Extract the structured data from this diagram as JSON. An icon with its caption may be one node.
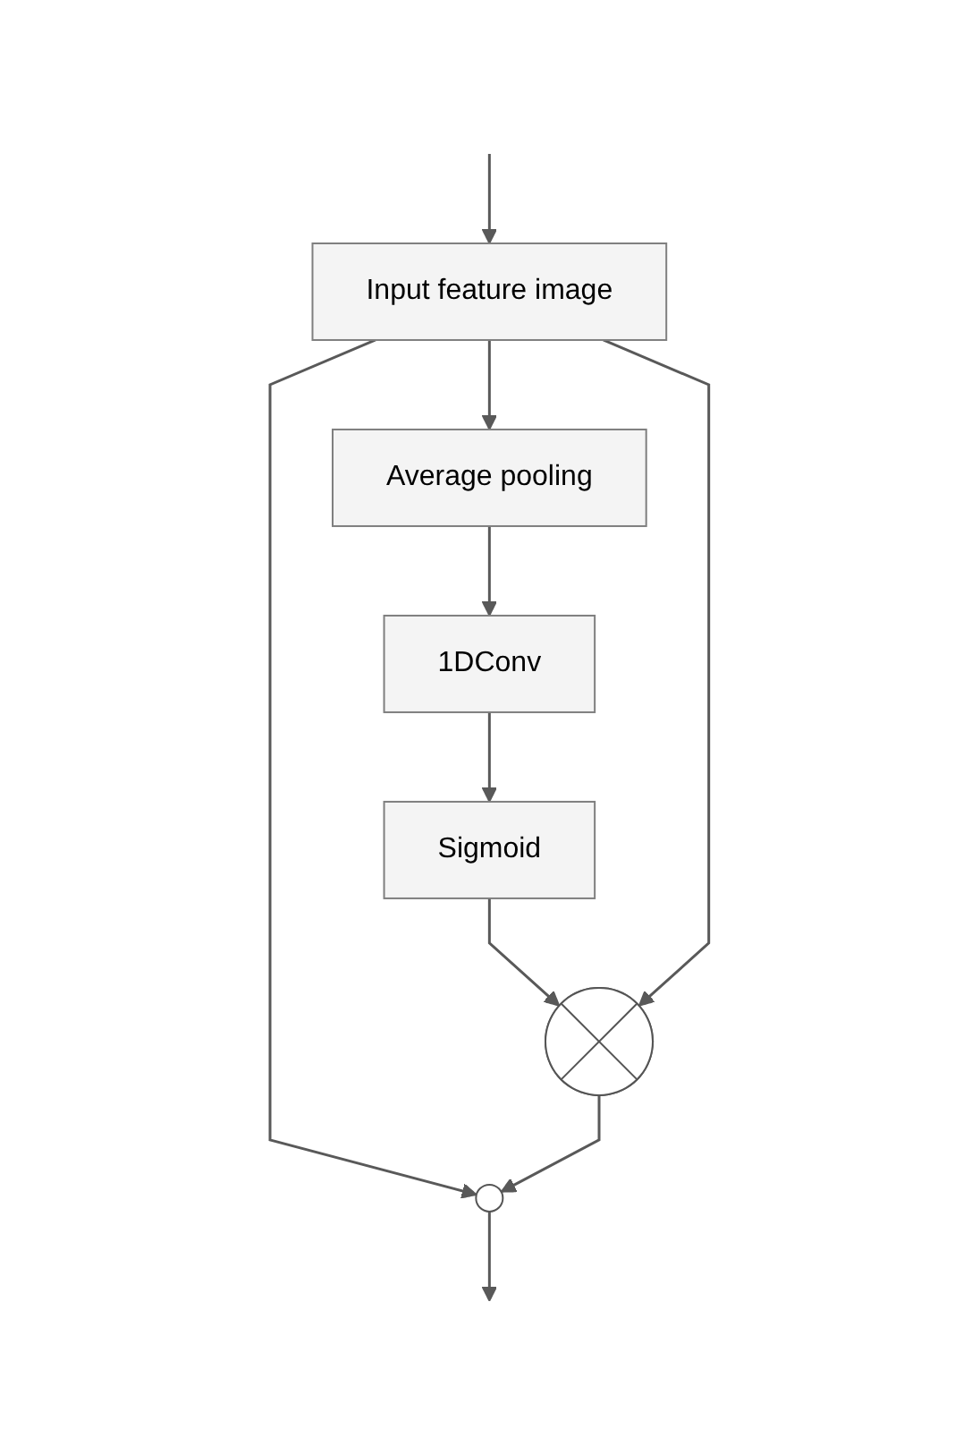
{
  "diagram": {
    "nodes": [
      {
        "text": [
          "Input feature image"
        ]
      },
      {
        "text": [
          "Average pooling"
        ]
      },
      {
        "text": [
          "1DConv"
        ]
      },
      {
        "text": [
          "Sigmoid"
        ]
      },
      {
        "text": [],
        "shape": "circle"
      },
      {
        "text": [],
        "shape": "circle"
      }
    ],
    "edges": [
      {
        "from": null,
        "to": 0,
        "arrow": "to"
      },
      {
        "from": 0,
        "to": 1,
        "arrow": "to"
      },
      {
        "from": 1,
        "to": 2,
        "arrow": "to"
      },
      {
        "from": 2,
        "to": 3,
        "arrow": "to"
      },
      {
        "from": 3,
        "to": 4,
        "arrow": "to"
      },
      {
        "from": 0,
        "to": 4,
        "arrow": "to"
      },
      {
        "from": 0,
        "to": 5,
        "arrow": "to"
      },
      {
        "from": 4,
        "to": 5,
        "arrow": "to"
      },
      {
        "from": 5,
        "to": null,
        "arrow": "to"
      }
    ]
  }
}
